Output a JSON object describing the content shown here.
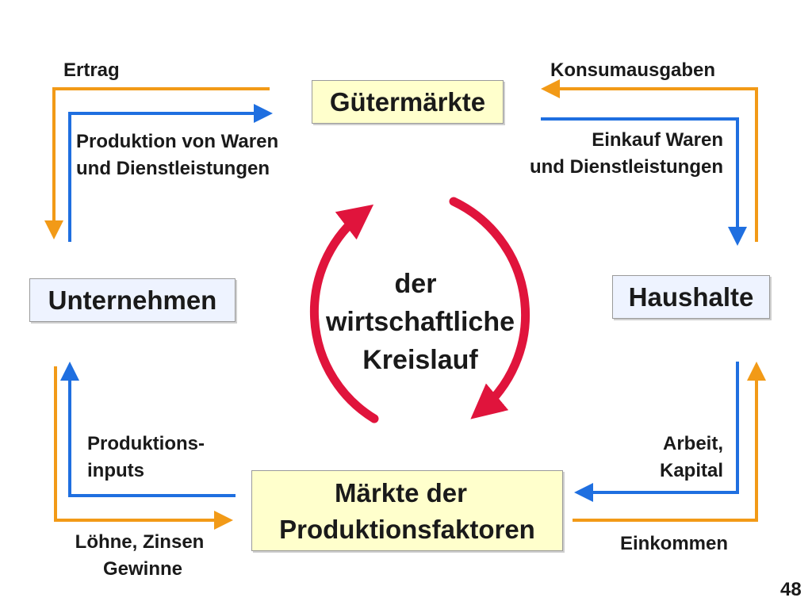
{
  "boxes": {
    "goods_markets": "Gütermärkte",
    "companies": "Unternehmen",
    "households": "Haushalte",
    "factor_markets_line1": "Märkte der",
    "factor_markets_line2": "Produktionsfaktoren"
  },
  "center": {
    "line1": "der",
    "line2": "wirtschaftliche",
    "line3": "Kreislauf"
  },
  "labels": {
    "ertrag": "Ertrag",
    "konsumausgaben": "Konsumausgaben",
    "produktion_line1": "Produktion von Waren",
    "produktion_line2": "und Dienstleistungen",
    "einkauf_line1": "Einkauf Waren",
    "einkauf_line2": "und Dienstleistungen",
    "inputs_line1": "Produktions-",
    "inputs_line2": "inputs",
    "arbeit_line1": "Arbeit,",
    "arbeit_line2": "Kapital",
    "loehne_line1": "Löhne, Zinsen",
    "loehne_line2": "Gewinne",
    "einkommen": "Einkommen"
  },
  "page_number": "48",
  "colors": {
    "money_flow": "#f29a17",
    "goods_flow": "#1f6fe0",
    "cycle_arrows": "#e0143c",
    "box_fill": "#ffffcc"
  }
}
